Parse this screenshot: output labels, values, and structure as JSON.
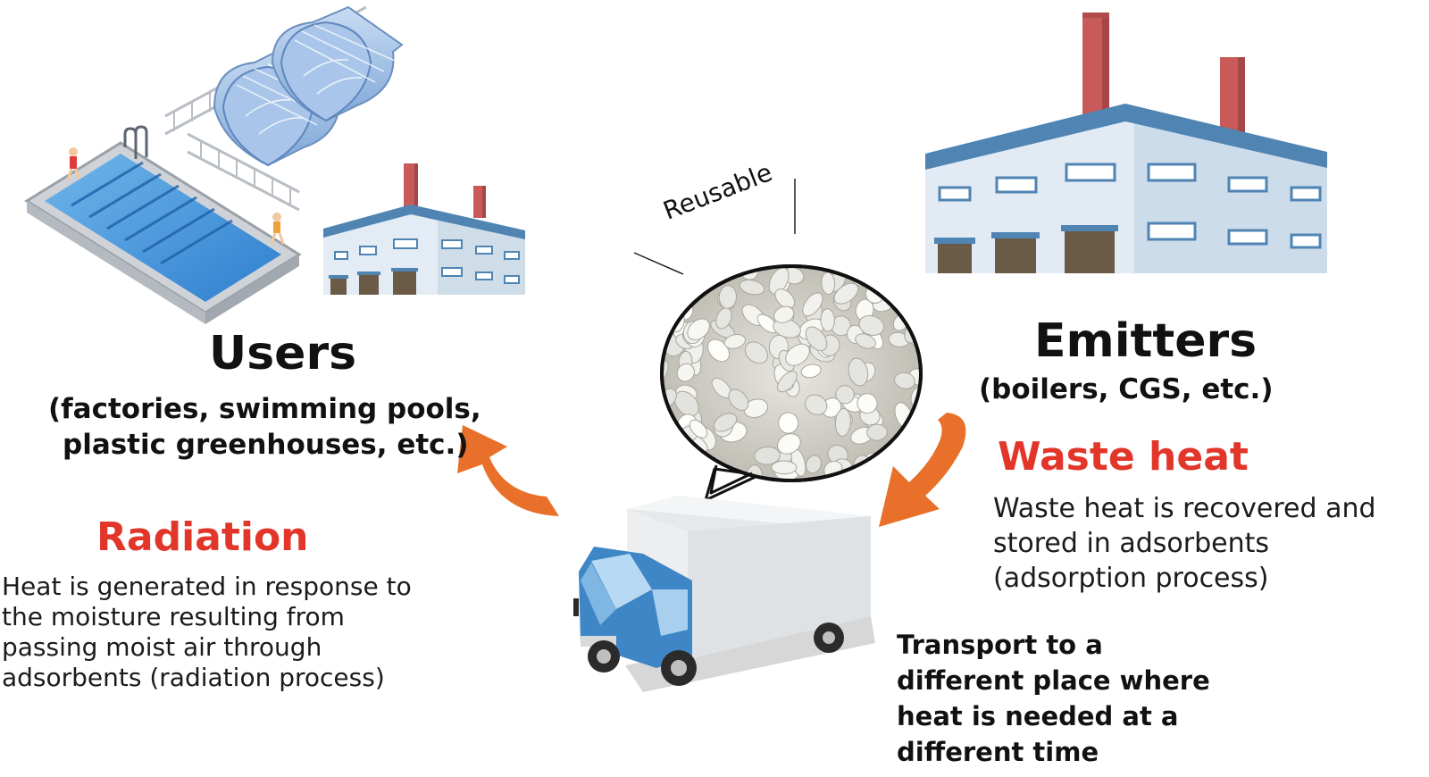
{
  "users": {
    "title": "Users",
    "subtitle_line1": "(factories, swimming pools,",
    "subtitle_line2": "plastic greenhouses, etc.)"
  },
  "emitters": {
    "title": "Emitters",
    "subtitle": "(boilers, CGS, etc.)"
  },
  "radiation": {
    "heading": "Radiation",
    "lines": [
      "Heat is generated in response to",
      "the moisture resulting from",
      "passing moist air through",
      "adsorbents (radiation process)"
    ]
  },
  "waste_heat": {
    "heading": "Waste heat",
    "lines": [
      "Waste heat is recovered and",
      "stored in adsorbents",
      "(adsorption process)"
    ]
  },
  "reusable_label": "Reusable",
  "transport": {
    "lines": [
      "Transport to a",
      "different place where",
      "heat is needed at a",
      "different time"
    ]
  },
  "colors": {
    "accent_red": "#e2362a",
    "arrow_orange": "#e8702a",
    "truck_blue": "#3f86c6",
    "building_wall": "#d5e3ee",
    "chimney": "#c95a5a"
  }
}
